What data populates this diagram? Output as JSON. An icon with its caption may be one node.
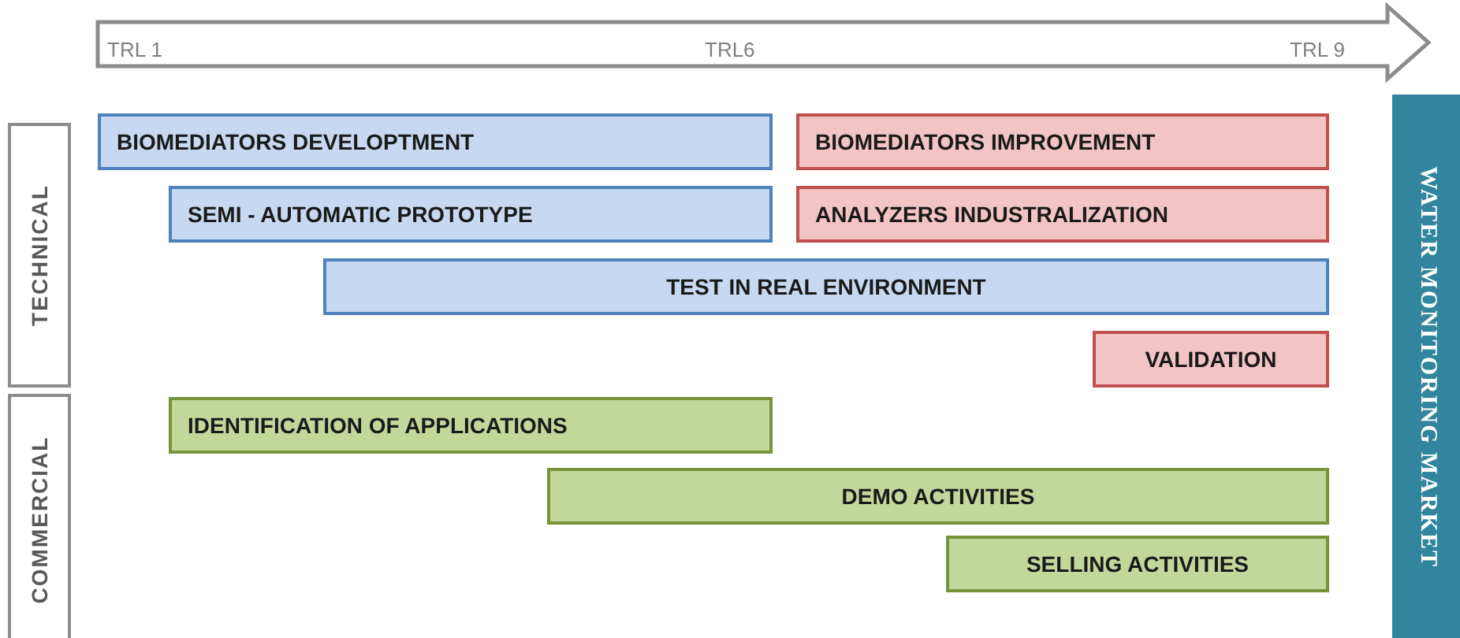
{
  "diagram": {
    "nodes": [
      {
        "text": [
          "TECHNICAL"
        ]
      },
      {
        "text": [
          "COMMERCIAL"
        ]
      },
      {
        "text": [
          "BIOMEDIATORS DEVELOPTMENT"
        ]
      },
      {
        "text": [
          "BIOMEDIATORS IMPROVEMENT"
        ]
      },
      {
        "text": [
          "SEMI - AUTOMATIC PROTOTYPE"
        ]
      },
      {
        "text": [
          "ANALYZERS INDUSTRALIZATION"
        ]
      },
      {
        "text": [
          "TEST IN REAL ENVIRONMENT"
        ]
      },
      {
        "text": [
          "VALIDATION"
        ]
      },
      {
        "text": [
          "IDENTIFICATION OF APPLICATIONS"
        ]
      },
      {
        "text": [
          "DEMO ACTIVITIES"
        ]
      },
      {
        "text": [
          "SELLING ACTIVITIES"
        ]
      },
      {
        "text": [
          "WATER MONITORING MARKET"
        ]
      }
    ],
    "edges": [],
    "labels": [
      "TRL 1",
      "TRL6",
      "TRL 9"
    ]
  }
}
